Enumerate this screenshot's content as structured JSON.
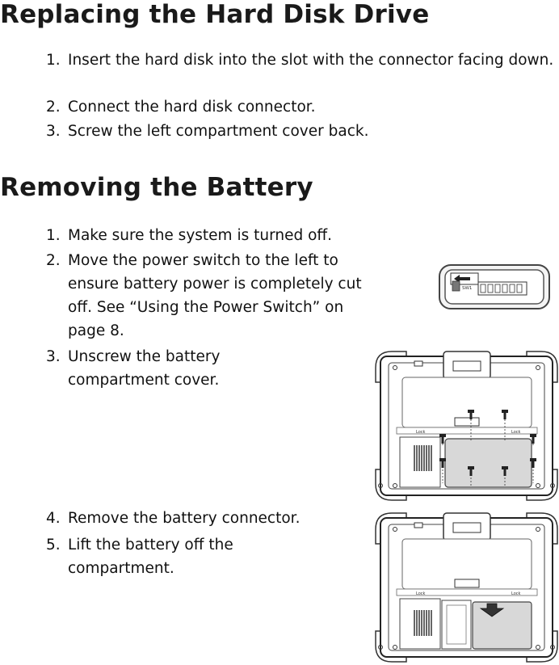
{
  "sections": [
    {
      "title": "Replacing the Hard Disk Drive",
      "steps": [
        {
          "num": "1.",
          "text": "Insert the hard disk into the slot with the connector facing down."
        },
        {
          "num": "2.",
          "text": "Connect the hard disk connector."
        },
        {
          "num": "3.",
          "text": "Screw the left compartment cover back."
        }
      ]
    },
    {
      "title": "Removing the Battery",
      "steps": [
        {
          "num": "1.",
          "text": "Make sure the system is turned off."
        },
        {
          "num": "2.",
          "text": "Move the power switch to the left to ensure battery power is completely cut off. See “Using the Power Switch” on page 8."
        },
        {
          "num": "3.",
          "text": "Unscrew the battery compartment cover."
        },
        {
          "num": "4.",
          "text": "Remove the battery connector."
        },
        {
          "num": "5.",
          "text": "Lift the battery off the compartment."
        }
      ]
    }
  ],
  "figures": {
    "switch_label": "SW1",
    "lock_label": "Lock"
  }
}
